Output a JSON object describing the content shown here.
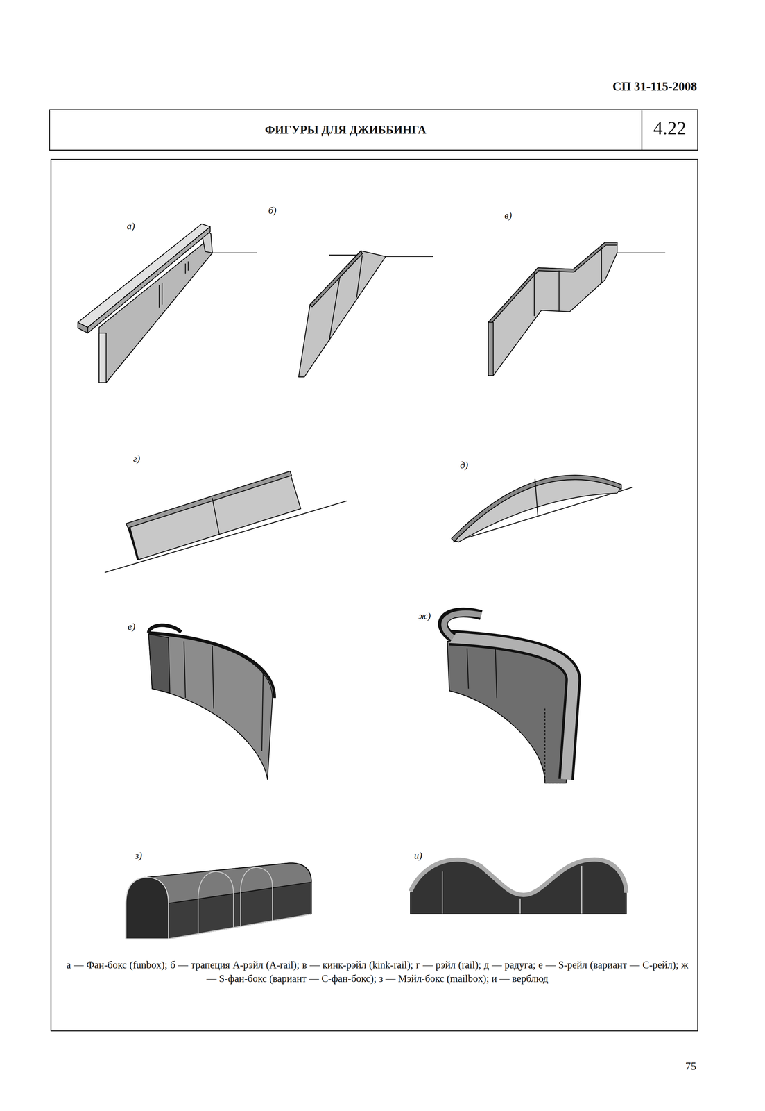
{
  "diagram": {
    "title": "ФИГУРЫ ДЛЯ ДЖИББИНГА",
    "caption": "а — Фан-бокс (funbox); б — трапеция А-рэйл (A-rail); в — кинк-рэйл (kink-rail); г — рэйл (rail); д — радуга; е — S-рейл (вариант — С-рейл); ж — S-фан-бокс (вариант — С-фан-бокс); з — Мэйл-бокс (mailbox); и — верблюд",
    "labels": [
      "СП 31-115-2008",
      "4.22",
      "а)",
      "б)",
      "в)",
      "г)",
      "д)",
      "е)",
      "ж)",
      "з)",
      "и)",
      "75"
    ]
  }
}
